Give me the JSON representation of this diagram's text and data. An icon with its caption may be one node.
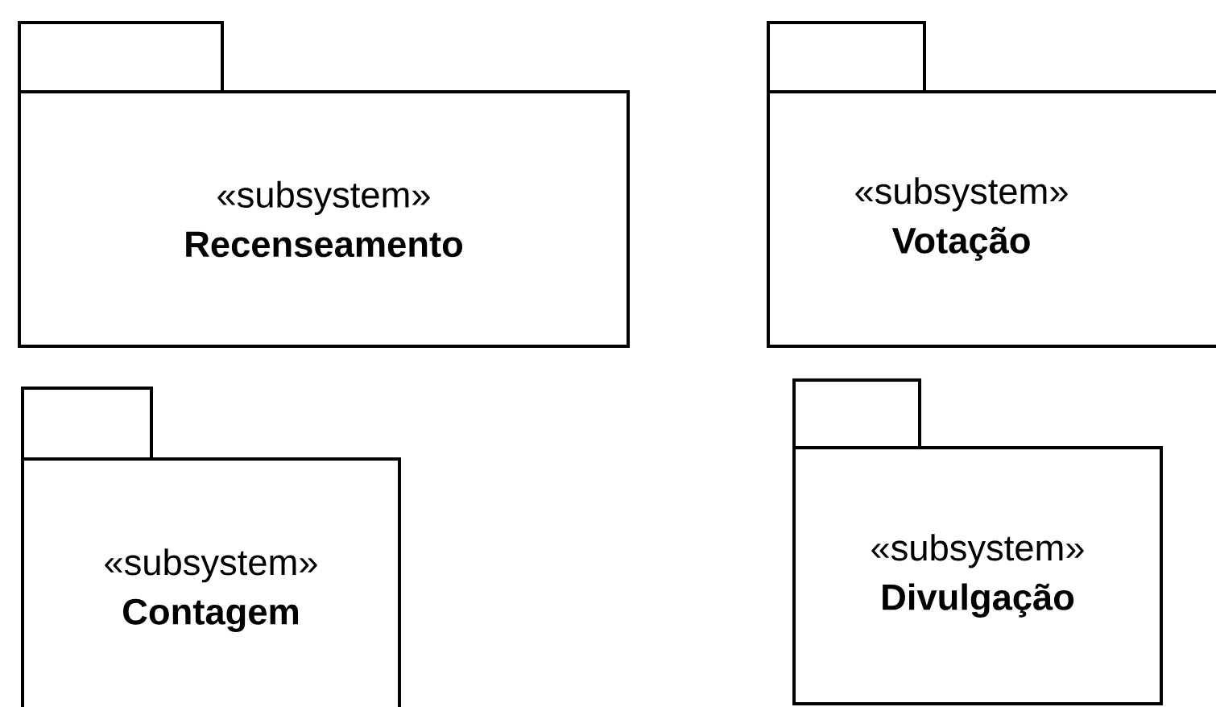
{
  "diagram": {
    "nodes": [
      {
        "text": [
          "«subsystem»",
          "Recenseamento"
        ]
      },
      {
        "text": [
          "«subsystem»",
          "Votação"
        ]
      },
      {
        "text": [
          "«subsystem»",
          "Contagem"
        ]
      },
      {
        "text": [
          "«subsystem»",
          "Divulgação"
        ]
      }
    ]
  }
}
